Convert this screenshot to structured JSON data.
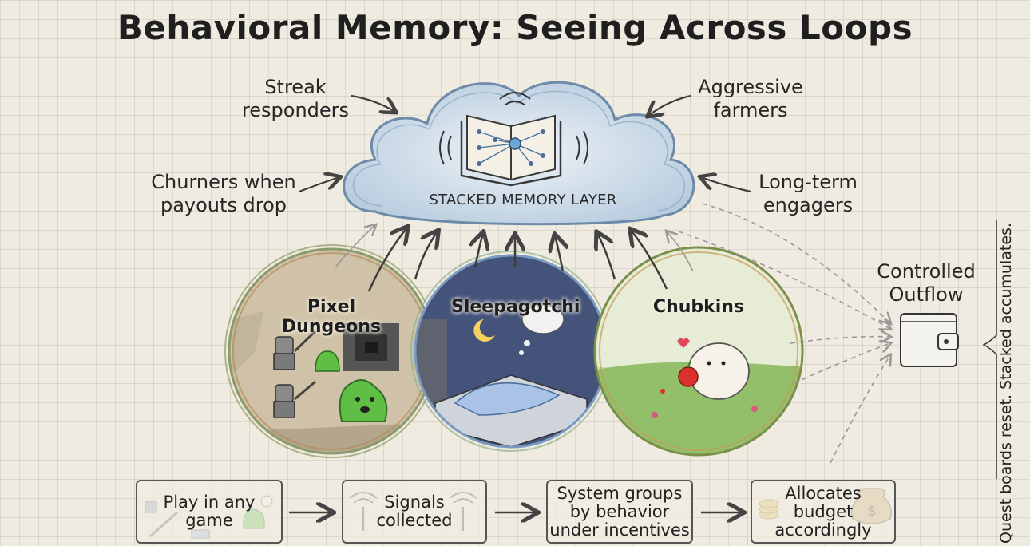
{
  "title": "Behavioral Memory: Seeing Across Loops",
  "memory_layer": {
    "label": "STACKED MEMORY LAYER"
  },
  "segments": {
    "streak": [
      "Streak",
      "responders"
    ],
    "aggressive": [
      "Aggressive",
      "farmers"
    ],
    "churners": [
      "Churners when",
      "payouts drop"
    ],
    "long_term": [
      "Long-term",
      "engagers"
    ]
  },
  "games": [
    {
      "name": "Pixel Dungeons"
    },
    {
      "name": "Sleepagotchi"
    },
    {
      "name": "Chubkins"
    }
  ],
  "outflow": [
    "Controlled",
    "Outflow"
  ],
  "side_note": "Quest boards reset. Stacked accumulates.",
  "steps": [
    {
      "lines": [
        "Play in any",
        "game"
      ]
    },
    {
      "lines": [
        "Signals",
        "collected"
      ]
    },
    {
      "lines": [
        "System groups",
        "by behavior",
        "under incentives"
      ]
    },
    {
      "lines": [
        "Allocates",
        "budget",
        "accordingly"
      ]
    }
  ],
  "colors": {
    "cloud": "#c9d8e6",
    "pixel_dungeons_bg": "#d8ccb4",
    "sleepagotchi_bg": "#3d4a66",
    "chubkins_bg": "#b9d49a",
    "slime": "#5fbf45",
    "apple": "#d8322b"
  }
}
